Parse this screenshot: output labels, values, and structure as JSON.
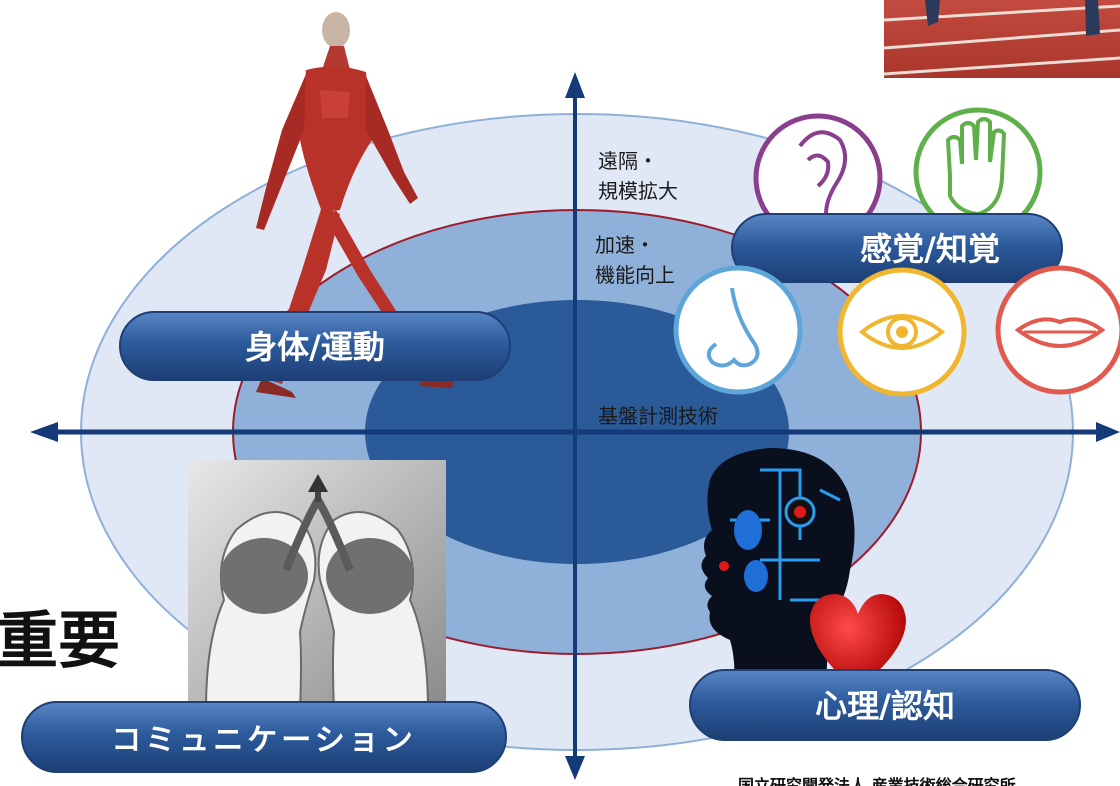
{
  "rings": {
    "outer_label_line1": "遠隔・",
    "outer_label_line2": "規模拡大",
    "middle_label_line1": "加速・",
    "middle_label_line2": "機能向上",
    "inner_label": "基盤計測技術"
  },
  "quadrants": {
    "body_motion": "身体/運動",
    "sense_perception": "感覚/知覚",
    "mind_cognition": "心理/認知",
    "communication": "コミュニケーション"
  },
  "partial_text": "重要",
  "footer": "国立研究開発法人 産業技術総合研究所",
  "colors": {
    "outer_ring": "#dfe8f4",
    "middle_ring": "#8fb0d8",
    "inner_ring": "#2a5a98",
    "red_line": "#9c1c2c",
    "axis": "#143a7a",
    "pill": "#30609e"
  },
  "icons": [
    "ear-icon",
    "hand-icon",
    "nose-icon",
    "eye-icon",
    "mouth-icon",
    "muscle-figure",
    "brain-heads-image",
    "ai-head-heart-image",
    "runner-photo"
  ]
}
